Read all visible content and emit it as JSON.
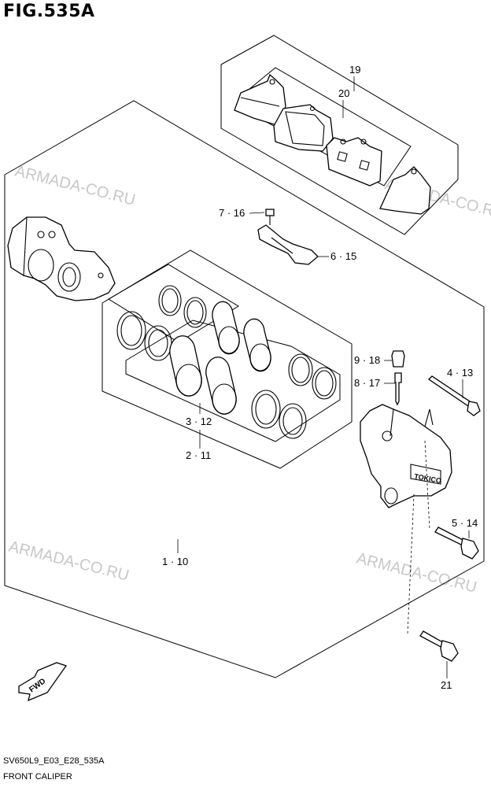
{
  "figure": {
    "title": "FIG.535A",
    "code": "SV650L9_E03_E28_535A",
    "caption": "FRONT CALIPER"
  },
  "watermark": "ARMADA-CO.RU",
  "fwd_label": "FWD",
  "callouts": {
    "c19": "19",
    "c20": "20",
    "c7_16": "7 · 16",
    "c6_15": "6 · 15",
    "c9_18": "9 · 18",
    "c8_17": "8 · 17",
    "c4_13": "4 · 13",
    "c3_12": "3 · 12",
    "c2_11": "2 · 11",
    "c5_14": "5 · 14",
    "c1_10": "1 · 10",
    "c21": "21"
  },
  "colors": {
    "line": "#000000",
    "watermark": "#c8c8c8",
    "background": "#ffffff"
  }
}
